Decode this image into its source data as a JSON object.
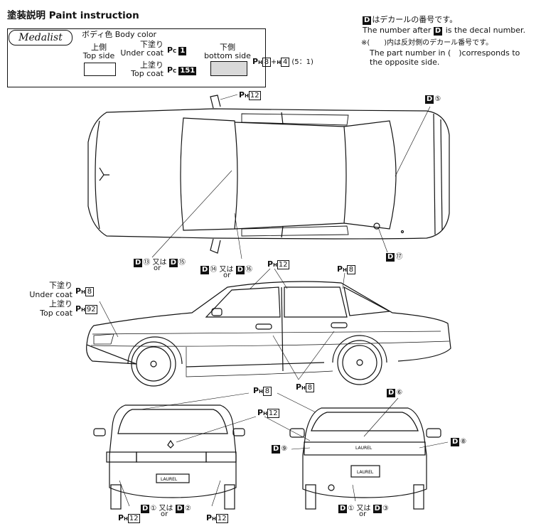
{
  "header": {
    "title": "塗装説明 Paint instruction"
  },
  "brand": {
    "name": "Medalist"
  },
  "body_color": {
    "label": "ボディ色 Body color",
    "top_side": {
      "ja": "上側",
      "en": "Top side"
    },
    "under_coat": {
      "ja": "下塗り",
      "en": "Under coat",
      "code": "1"
    },
    "top_coat": {
      "ja": "上塗り",
      "en": "Top coat",
      "code": "151"
    },
    "bottom_side": {
      "ja": "下側",
      "en": "bottom side",
      "code_a": "8",
      "code_b": "4",
      "ratio": "(5：1)"
    },
    "swatch_top_color": "#ffffff",
    "swatch_bottom_color": "#d9d9d9"
  },
  "notes": {
    "decal_ja": "はデカールの番号です。",
    "decal_en_1": "The number after",
    "decal_en_2": "is the decal number.",
    "paren_ja": "※(　　)内は反対側のデカール番号です。",
    "paren_en_1": "The part number in (　)corresponds to",
    "paren_en_2": "the opposite side."
  },
  "symbols": {
    "d": "D",
    "p": "P",
    "sub_h": "H",
    "sub_c": "C",
    "or_ja": "又は",
    "or_en": "or"
  },
  "top_view": {
    "mirror_code": "12",
    "decal_rear": "⑤",
    "decal_bumper": "⑰",
    "decal_left_a": "⑬",
    "decal_left_b": "⑮",
    "decal_mid_a": "⑭",
    "decal_mid_b": "⑯"
  },
  "side_view": {
    "under_coat_ja": "下塗り",
    "under_coat_en": "Under coat",
    "under_code": "8",
    "top_coat_ja": "上塗り",
    "top_coat_en": "Top coat",
    "top_code": "92",
    "window_code": "12",
    "pillar_code": "8",
    "door_code": "8"
  },
  "front_rear": {
    "top_code": "8",
    "mid_code": "12",
    "front_left_code": "12",
    "front_right_code": "12",
    "front_decal_a": "①",
    "front_decal_b": "②",
    "rear_decal_top": "⑥",
    "rear_decal_left": "⑨",
    "rear_decal_right": "⑧",
    "rear_decal_a": "①",
    "rear_decal_b": "③",
    "plate_text": "LAUREL",
    "trunk_text": "LAUREL"
  }
}
